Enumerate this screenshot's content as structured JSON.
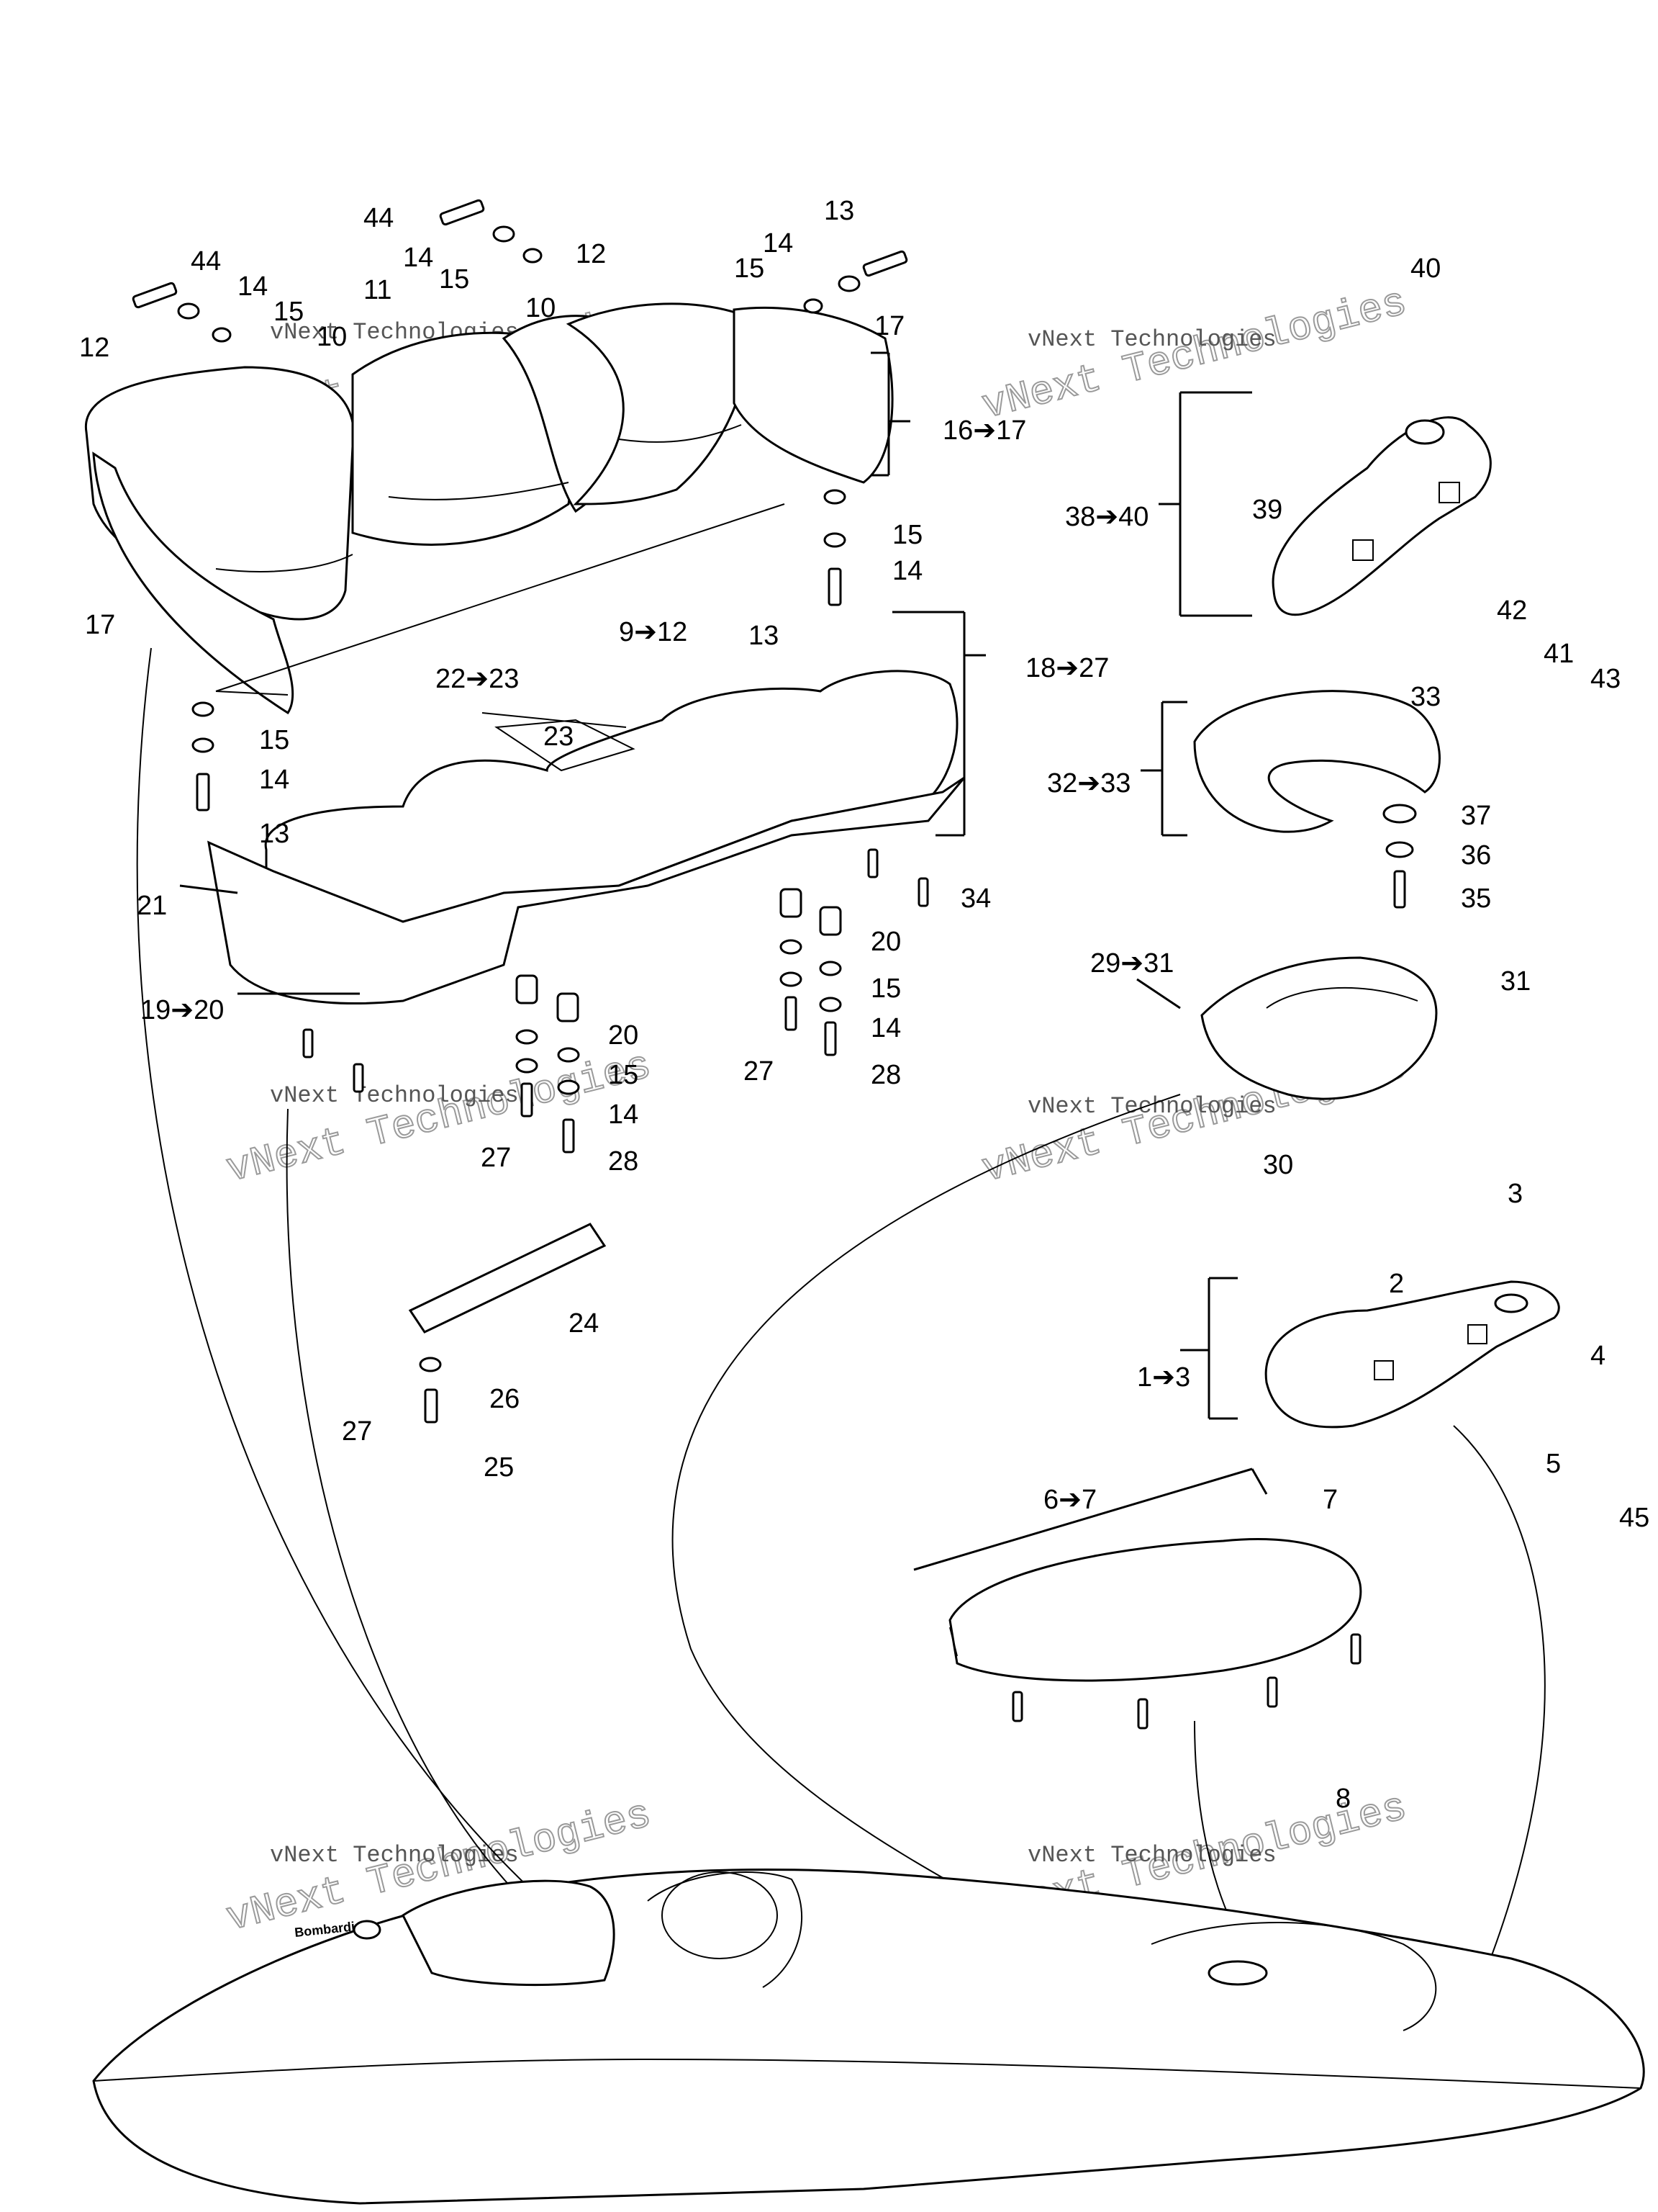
{
  "labels": {
    "l44a": "44",
    "l44b": "44",
    "l14a": "14",
    "l14b": "14",
    "l14c": "14",
    "l15a": "15",
    "l15b": "15",
    "l15c": "15",
    "l13a": "13",
    "l12a": "12",
    "l12b": "12",
    "l11": "11",
    "l10a": "10",
    "l10b": "10",
    "l17a": "17",
    "l17b": "17",
    "l16_17": "16➔17",
    "l15d": "15",
    "l14d": "14",
    "l13b": "13",
    "l9_12": "9➔12",
    "l15e": "15",
    "l14e": "14",
    "l13c": "13",
    "l22_23": "22➔23",
    "l23": "23",
    "l18_27": "18➔27",
    "l21": "21",
    "l34": "34",
    "l20a": "20",
    "l15f": "15",
    "l14f": "14",
    "l27a": "27",
    "l28a": "28",
    "l19_20": "19➔20",
    "l20b": "20",
    "l15g": "15",
    "l14g": "14",
    "l27b": "27",
    "l28b": "28",
    "l40": "40",
    "l38_40": "38➔40",
    "l39": "39",
    "l42": "42",
    "l41": "41",
    "l43": "43",
    "l33": "33",
    "l32_33": "32➔33",
    "l37": "37",
    "l36": "36",
    "l35": "35",
    "l29_31": "29➔31",
    "l31": "31",
    "l30": "30",
    "l24": "24",
    "l26": "26",
    "l27c": "27",
    "l25": "25",
    "l3": "3",
    "l2": "2",
    "l4": "4",
    "l1_3": "1➔3",
    "l5": "5",
    "l45": "45",
    "l6_7": "6➔7",
    "l7": "7",
    "l8": "8"
  },
  "watermark": {
    "big": "vNext Technologies",
    "small": "vNext Technologies"
  },
  "hull_brand": "Bombardier"
}
